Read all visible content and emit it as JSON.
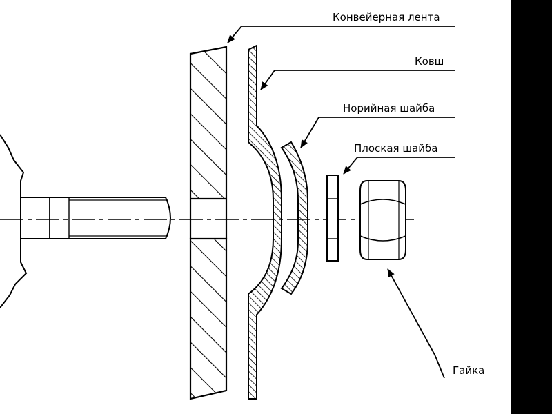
{
  "diagram": {
    "labels": {
      "conveyor_belt": "Конвейерная лента",
      "bucket": "Ковш",
      "bucket_washer": "Норийная шайба",
      "flat_washer": "Плоская шайба",
      "nut": "Гайка"
    },
    "colors": {
      "background": "#ffffff",
      "line": "#000000",
      "right_bar": "#000000"
    }
  }
}
